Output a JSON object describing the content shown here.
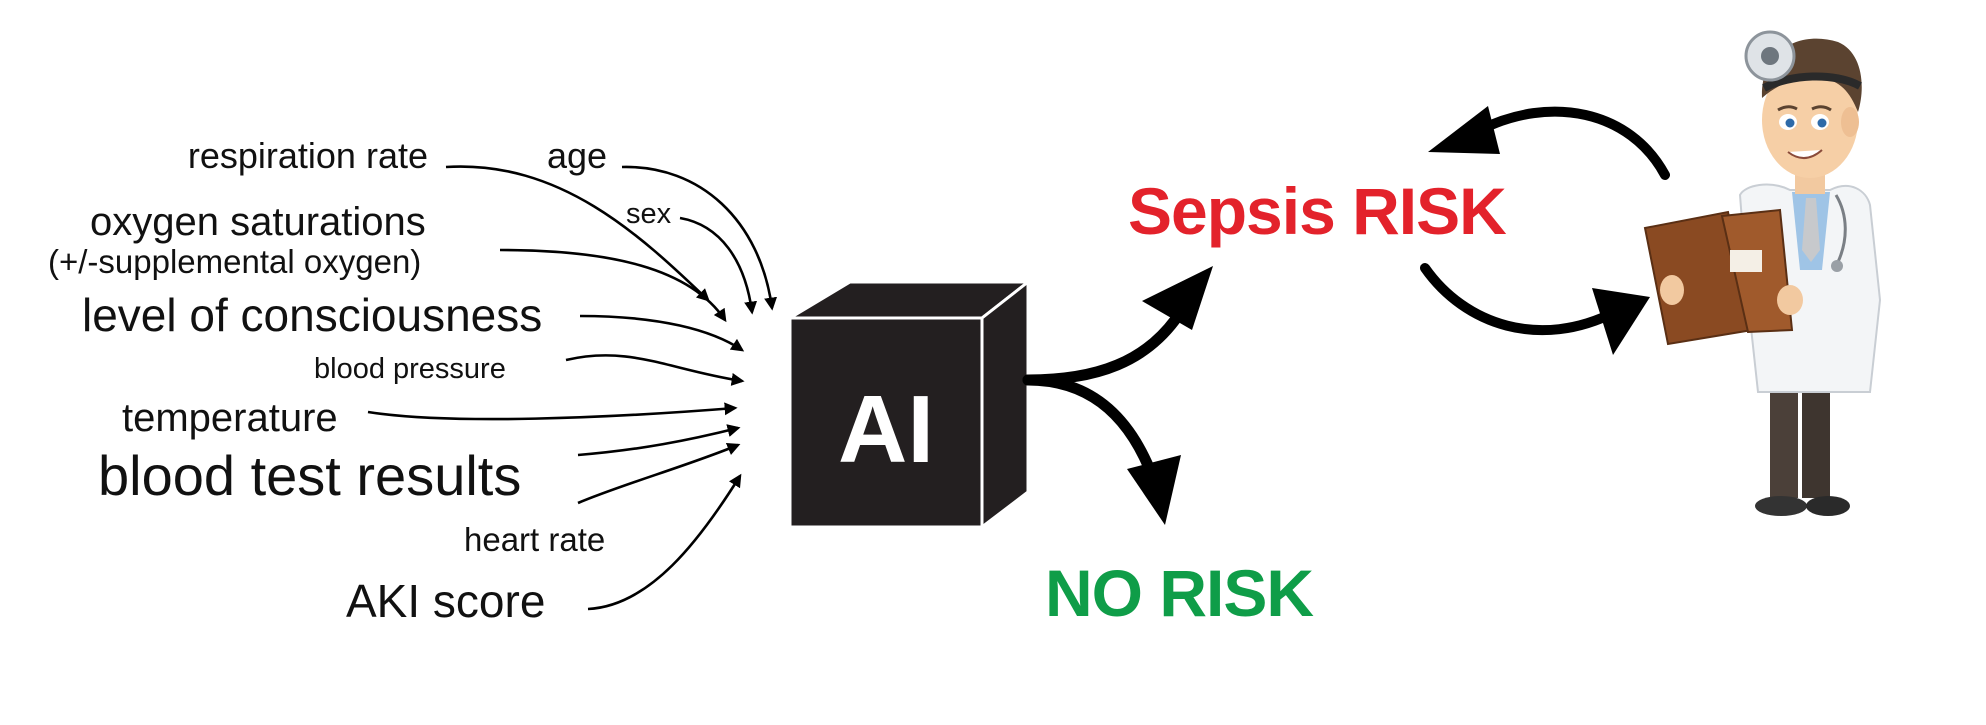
{
  "inputs": {
    "respiration_rate": "respiration rate",
    "age": "age",
    "sex": "sex",
    "oxygen_saturations": "oxygen saturations",
    "supplemental_oxygen": "(+/-supplemental oxygen)",
    "level_of_consciousness": "level of consciousness",
    "blood_pressure": "blood pressure",
    "temperature": "temperature",
    "blood_test_results": "blood test results",
    "heart_rate": "heart rate",
    "aki_score": "AKI score"
  },
  "model": {
    "label": "AI"
  },
  "outputs": {
    "sepsis_risk": "Sepsis RISK",
    "no_risk": "NO RISK"
  },
  "colors": {
    "sepsis_risk": "#e3222b",
    "no_risk": "#0f9d48",
    "box": "#231f20",
    "arrows": "#000000"
  },
  "icons": {
    "model": "black-box-cube",
    "clinician": "doctor-with-head-mirror-reading-book"
  }
}
